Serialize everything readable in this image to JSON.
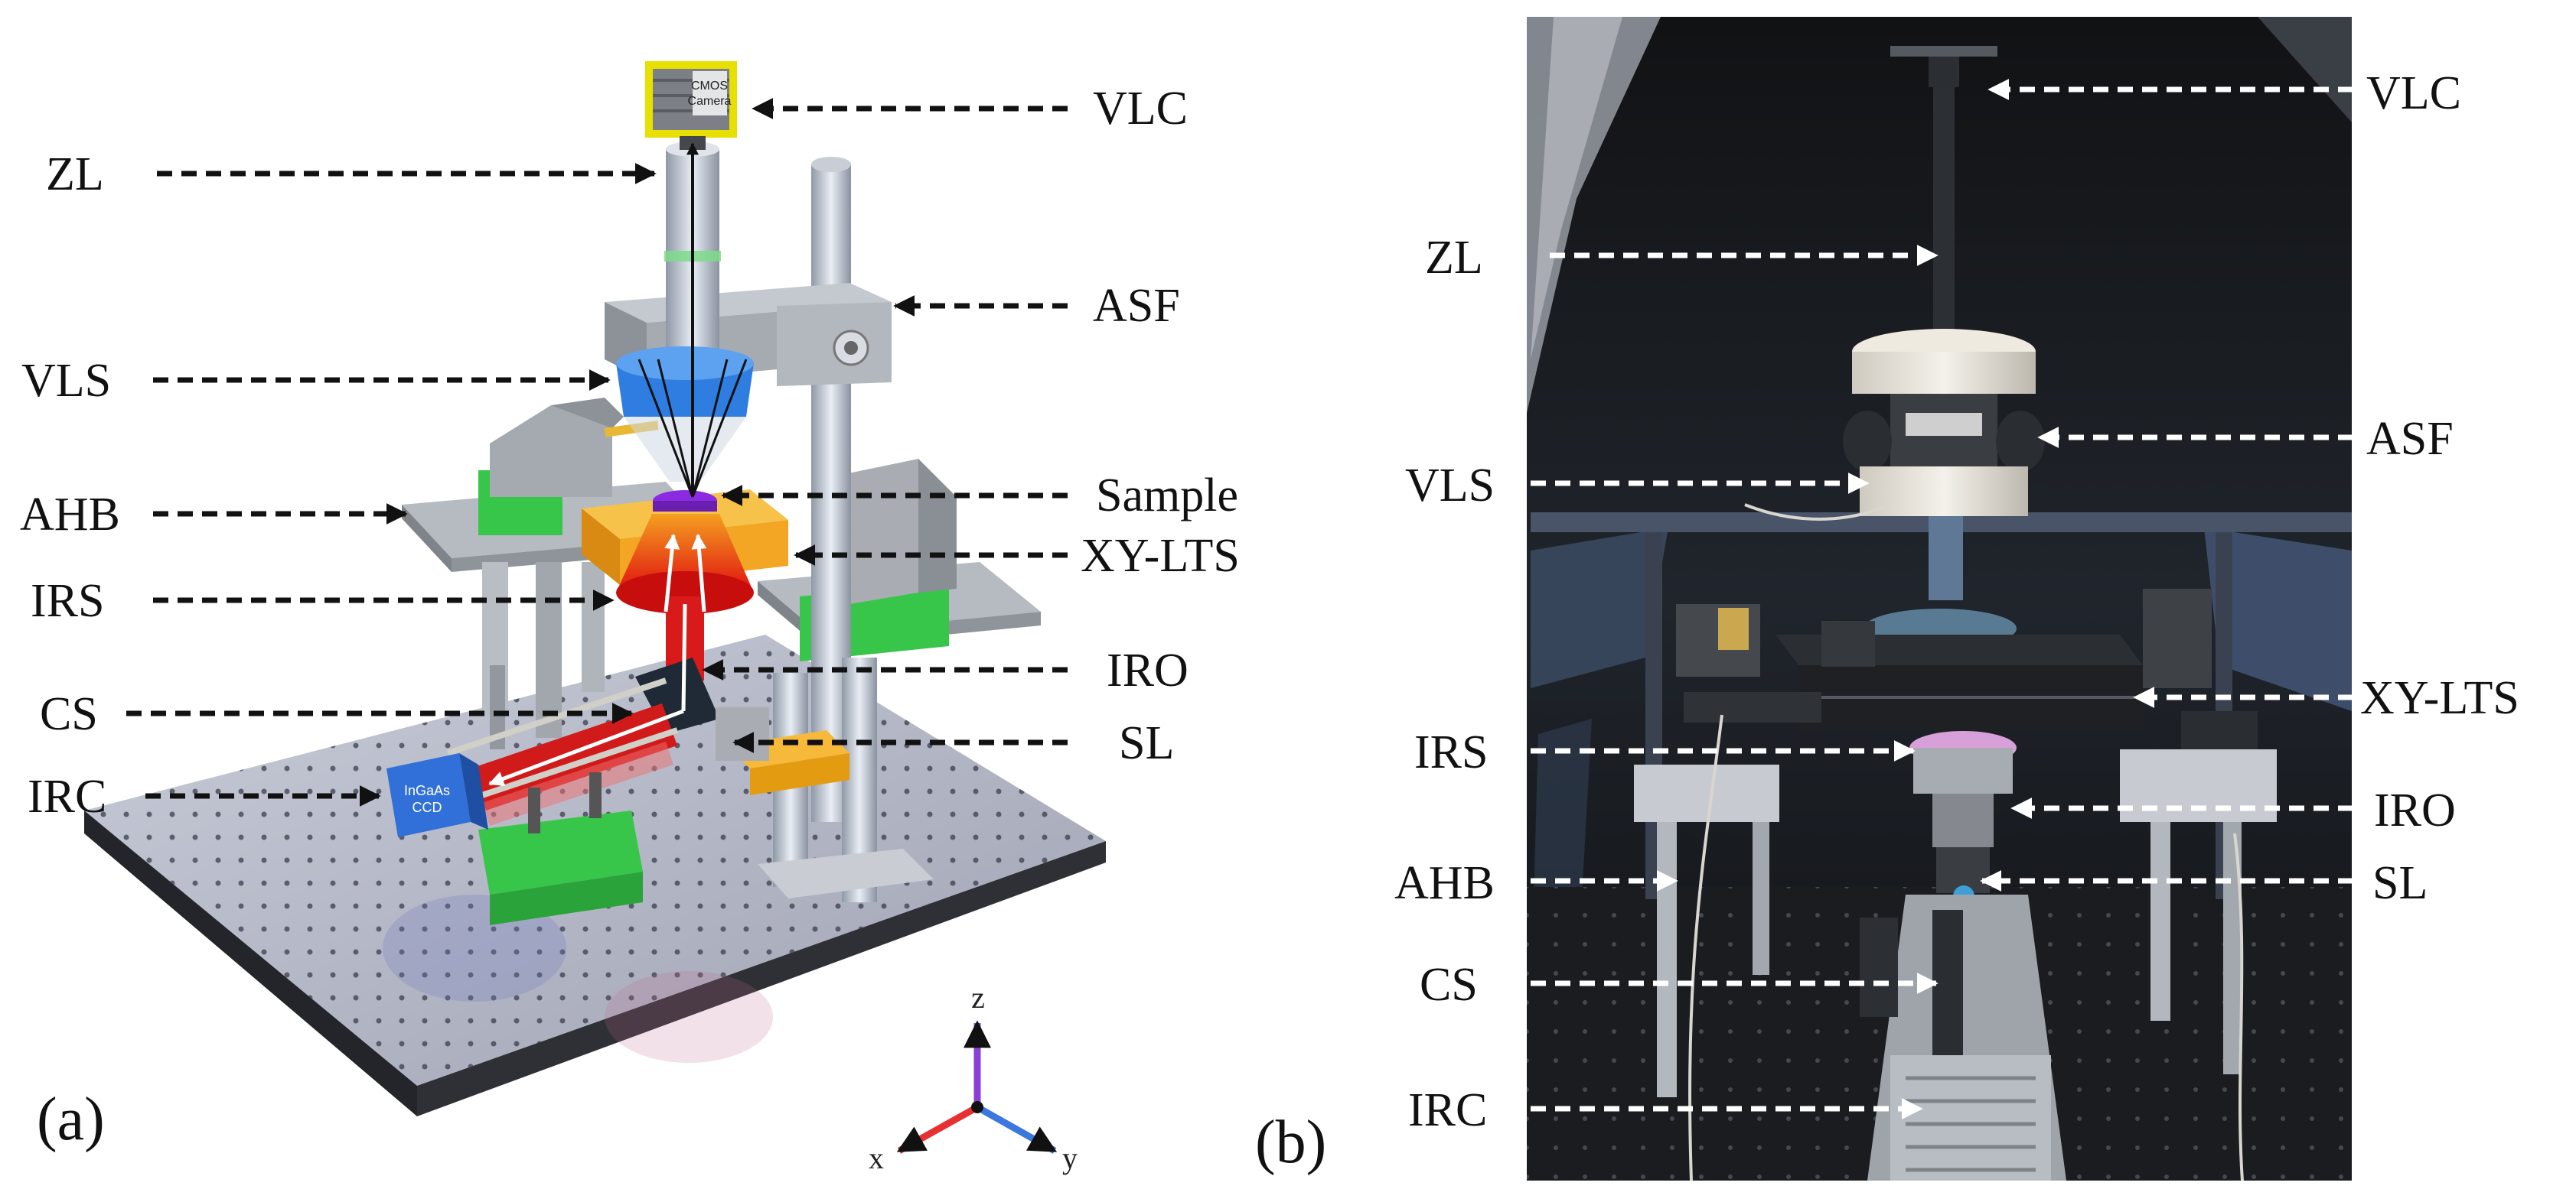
{
  "panel_a": {
    "tag": "(a)",
    "camera_text": [
      "CMOS",
      "Camera"
    ],
    "ir_camera_text": [
      "InGaAs",
      "CCD"
    ],
    "axes": {
      "z": "z",
      "x": "x",
      "y": "y"
    },
    "labels": {
      "vlc": "VLC",
      "zl": "ZL",
      "asf": "ASF",
      "vls": "VLS",
      "sample": "Sample",
      "ahb": "AHB",
      "xylts": "XY-LTS",
      "irs": "IRS",
      "iro": "IRO",
      "cs": "CS",
      "sl": "SL",
      "irc": "IRC"
    }
  },
  "panel_b": {
    "tag": "(b)",
    "labels": {
      "vlc": "VLC",
      "zl": "ZL",
      "asf": "ASF",
      "vls": "VLS",
      "xylts": "XY-LTS",
      "irs": "IRS",
      "iro": "IRO",
      "ahb": "AHB",
      "sl": "SL",
      "cs": "CS",
      "irc": "IRC"
    }
  },
  "colors": {
    "optical_table": "#b9bcc8",
    "frame_metal": "#a9adb3",
    "light_source": "#2f7de0",
    "infrared_source": "#e01818",
    "stage": "#f2a623",
    "support": "#38c64a",
    "camera_frame": "#e8e000",
    "photo_background": "#151719"
  }
}
